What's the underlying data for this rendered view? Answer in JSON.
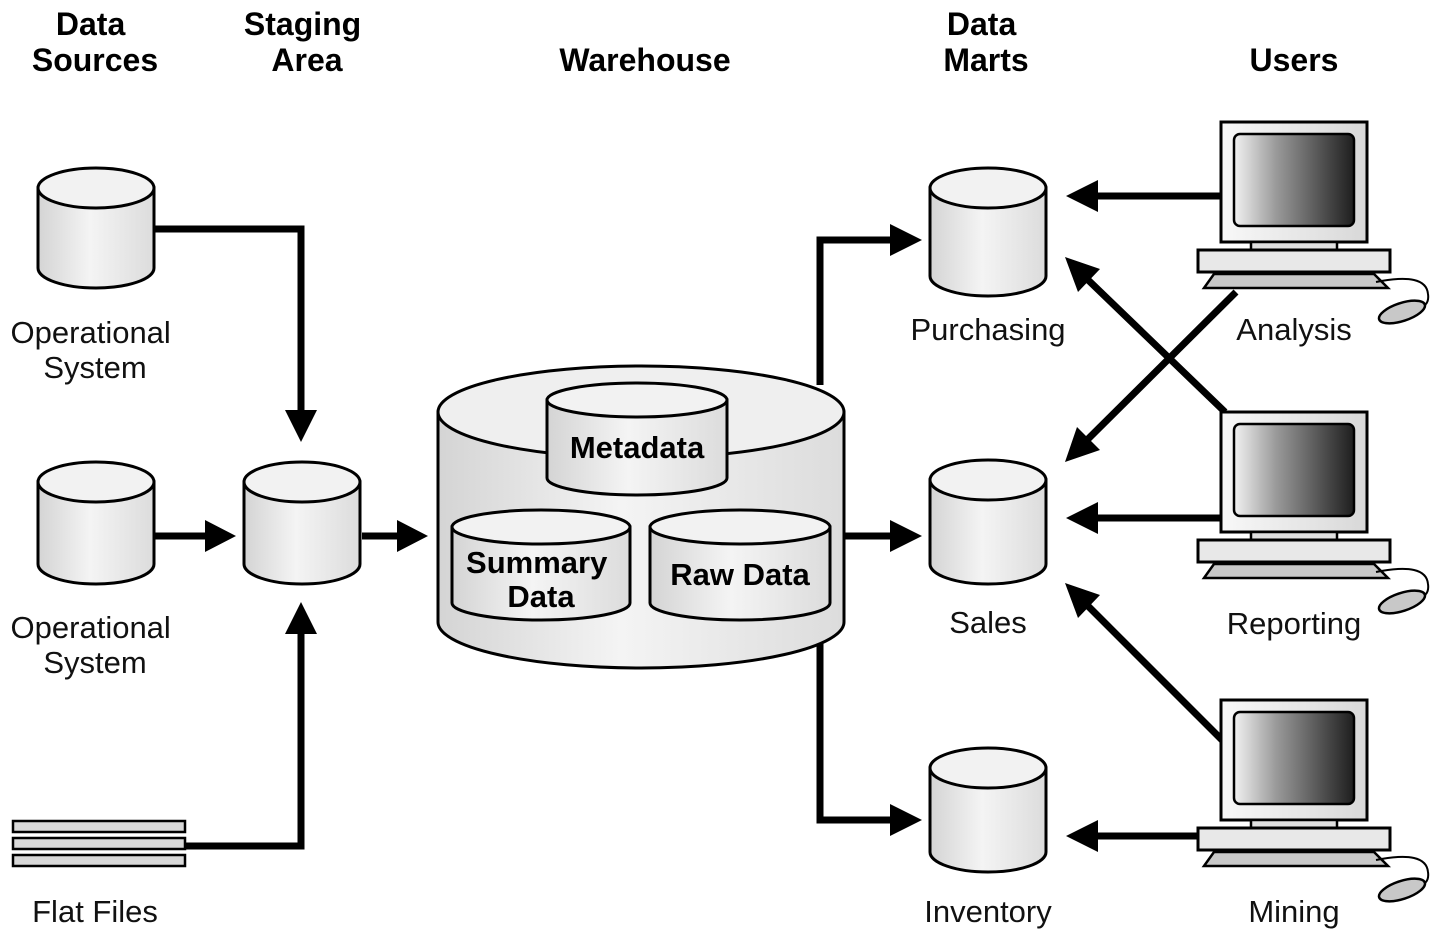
{
  "headers": {
    "data_sources": [
      "Data",
      "Sources"
    ],
    "staging_area": [
      "Staging",
      "Area"
    ],
    "warehouse": [
      "Warehouse"
    ],
    "data_marts": [
      "Data",
      "Marts"
    ],
    "users": [
      "Users"
    ]
  },
  "sources": {
    "operational_1": [
      "Operational",
      "System"
    ],
    "operational_2": [
      "Operational",
      "System"
    ],
    "flat_files": "Flat Files"
  },
  "warehouse": {
    "metadata": "Metadata",
    "summary": [
      "Summary",
      "Data"
    ],
    "raw": "Raw Data"
  },
  "marts": {
    "purchasing": "Purchasing",
    "sales": "Sales",
    "inventory": "Inventory"
  },
  "users": {
    "analysis": "Analysis",
    "reporting": "Reporting",
    "mining": "Mining"
  }
}
